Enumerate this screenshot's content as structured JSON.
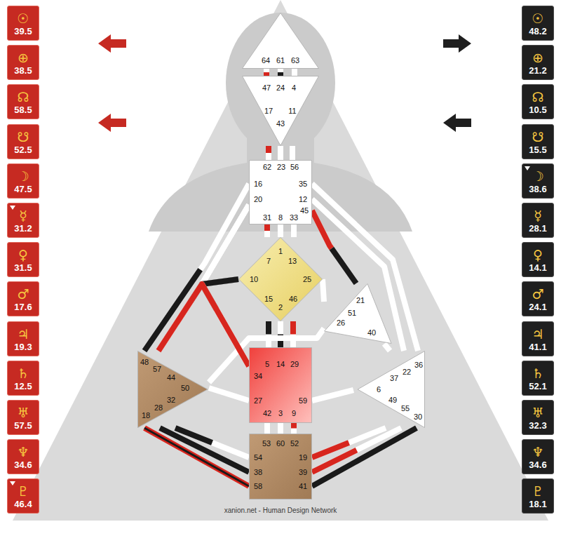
{
  "diagram": {
    "nodes": [
      {
        "text": [
          "64",
          "61",
          "63"
        ]
      },
      {
        "text": [
          "47",
          "24",
          "4",
          "17",
          "43",
          "11"
        ]
      },
      {
        "text": [
          "62",
          "23",
          "56",
          "16",
          "35",
          "20",
          "12",
          "45",
          "31",
          "8",
          "33"
        ]
      },
      {
        "text": [
          "1",
          "7",
          "13",
          "10",
          "25",
          "15",
          "2",
          "46"
        ]
      },
      {
        "text": [
          "21",
          "51",
          "26",
          "40"
        ]
      },
      {
        "text": [
          "48",
          "57",
          "44",
          "50",
          "32",
          "28",
          "18"
        ]
      },
      {
        "text": [
          "5",
          "14",
          "29",
          "34",
          "27",
          "59",
          "42",
          "3",
          "9"
        ]
      },
      {
        "text": [
          "22",
          "36",
          "37",
          "6",
          "49",
          "55",
          "30"
        ]
      },
      {
        "text": [
          "53",
          "60",
          "52",
          "54",
          "19",
          "38",
          "39",
          "58",
          "41"
        ]
      },
      {
        "text": [
          "☉",
          "39.5"
        ]
      },
      {
        "text": [
          "⊕",
          "38.5"
        ]
      },
      {
        "text": [
          "☊",
          "58.5"
        ]
      },
      {
        "text": [
          "☋",
          "52.5"
        ]
      },
      {
        "text": [
          "☽",
          "47.5"
        ]
      },
      {
        "text": [
          "☿",
          "31.2"
        ]
      },
      {
        "text": [
          "♀",
          "31.5"
        ]
      },
      {
        "text": [
          "♂",
          "17.6"
        ]
      },
      {
        "text": [
          "♃",
          "19.3"
        ]
      },
      {
        "text": [
          "♄",
          "12.5"
        ]
      },
      {
        "text": [
          "♅",
          "57.5"
        ]
      },
      {
        "text": [
          "♆",
          "34.6"
        ]
      },
      {
        "text": [
          "♇",
          "46.4"
        ]
      },
      {
        "text": [
          "☉",
          "48.2"
        ]
      },
      {
        "text": [
          "⊕",
          "21.2"
        ]
      },
      {
        "text": [
          "☊",
          "10.5"
        ]
      },
      {
        "text": [
          "☋",
          "15.5"
        ]
      },
      {
        "text": [
          "☽",
          "38.6"
        ]
      },
      {
        "text": [
          "☿",
          "28.1"
        ]
      },
      {
        "text": [
          "♀",
          "14.1"
        ]
      },
      {
        "text": [
          "♂",
          "24.1"
        ]
      },
      {
        "text": [
          "♃",
          "41.1"
        ]
      },
      {
        "text": [
          "♄",
          "52.1"
        ]
      },
      {
        "text": [
          "♅",
          "32.3"
        ]
      },
      {
        "text": [
          "♆",
          "34.6"
        ]
      },
      {
        "text": [
          "♇",
          "18.1"
        ]
      }
    ],
    "edges": [
      {
        "from": 0,
        "to": 1,
        "arrow": "none"
      },
      {
        "from": 0,
        "to": 1,
        "arrow": "none"
      },
      {
        "from": 0,
        "to": 1,
        "arrow": "none"
      },
      {
        "from": 1,
        "to": 2,
        "arrow": "none"
      },
      {
        "from": 1,
        "to": 2,
        "arrow": "none"
      },
      {
        "from": 1,
        "to": 2,
        "arrow": "none"
      },
      {
        "from": 2,
        "to": 3,
        "arrow": "none"
      },
      {
        "from": 2,
        "to": 3,
        "arrow": "none"
      },
      {
        "from": 2,
        "to": 3,
        "arrow": "none"
      },
      {
        "from": 2,
        "to": 3,
        "arrow": "none"
      },
      {
        "from": 2,
        "to": 5,
        "arrow": "none"
      },
      {
        "from": 2,
        "to": 5,
        "arrow": "none"
      },
      {
        "from": 2,
        "to": 6,
        "arrow": "none"
      },
      {
        "from": 2,
        "to": 4,
        "arrow": "none"
      },
      {
        "from": 2,
        "to": 7,
        "arrow": "none"
      },
      {
        "from": 2,
        "to": 7,
        "arrow": "none"
      },
      {
        "from": 3,
        "to": 5,
        "arrow": "none"
      },
      {
        "from": 3,
        "to": 6,
        "arrow": "none"
      },
      {
        "from": 3,
        "to": 6,
        "arrow": "none"
      },
      {
        "from": 3,
        "to": 6,
        "arrow": "none"
      },
      {
        "from": 3,
        "to": 6,
        "arrow": "none"
      },
      {
        "from": 3,
        "to": 4,
        "arrow": "none"
      },
      {
        "from": 4,
        "to": 5,
        "arrow": "none"
      },
      {
        "from": 4,
        "to": 7,
        "arrow": "none"
      },
      {
        "from": 5,
        "to": 6,
        "arrow": "none"
      },
      {
        "from": 5,
        "to": 6,
        "arrow": "none"
      },
      {
        "from": 5,
        "to": 8,
        "arrow": "none"
      },
      {
        "from": 5,
        "to": 8,
        "arrow": "none"
      },
      {
        "from": 5,
        "to": 8,
        "arrow": "none"
      },
      {
        "from": 6,
        "to": 8,
        "arrow": "none"
      },
      {
        "from": 6,
        "to": 8,
        "arrow": "none"
      },
      {
        "from": 6,
        "to": 8,
        "arrow": "none"
      },
      {
        "from": 6,
        "to": 7,
        "arrow": "none"
      },
      {
        "from": 7,
        "to": 8,
        "arrow": "none"
      },
      {
        "from": 7,
        "to": 8,
        "arrow": "none"
      },
      {
        "from": 7,
        "to": 8,
        "arrow": "none"
      }
    ],
    "labels": [
      "xanion.net - Human Design Network"
    ]
  }
}
